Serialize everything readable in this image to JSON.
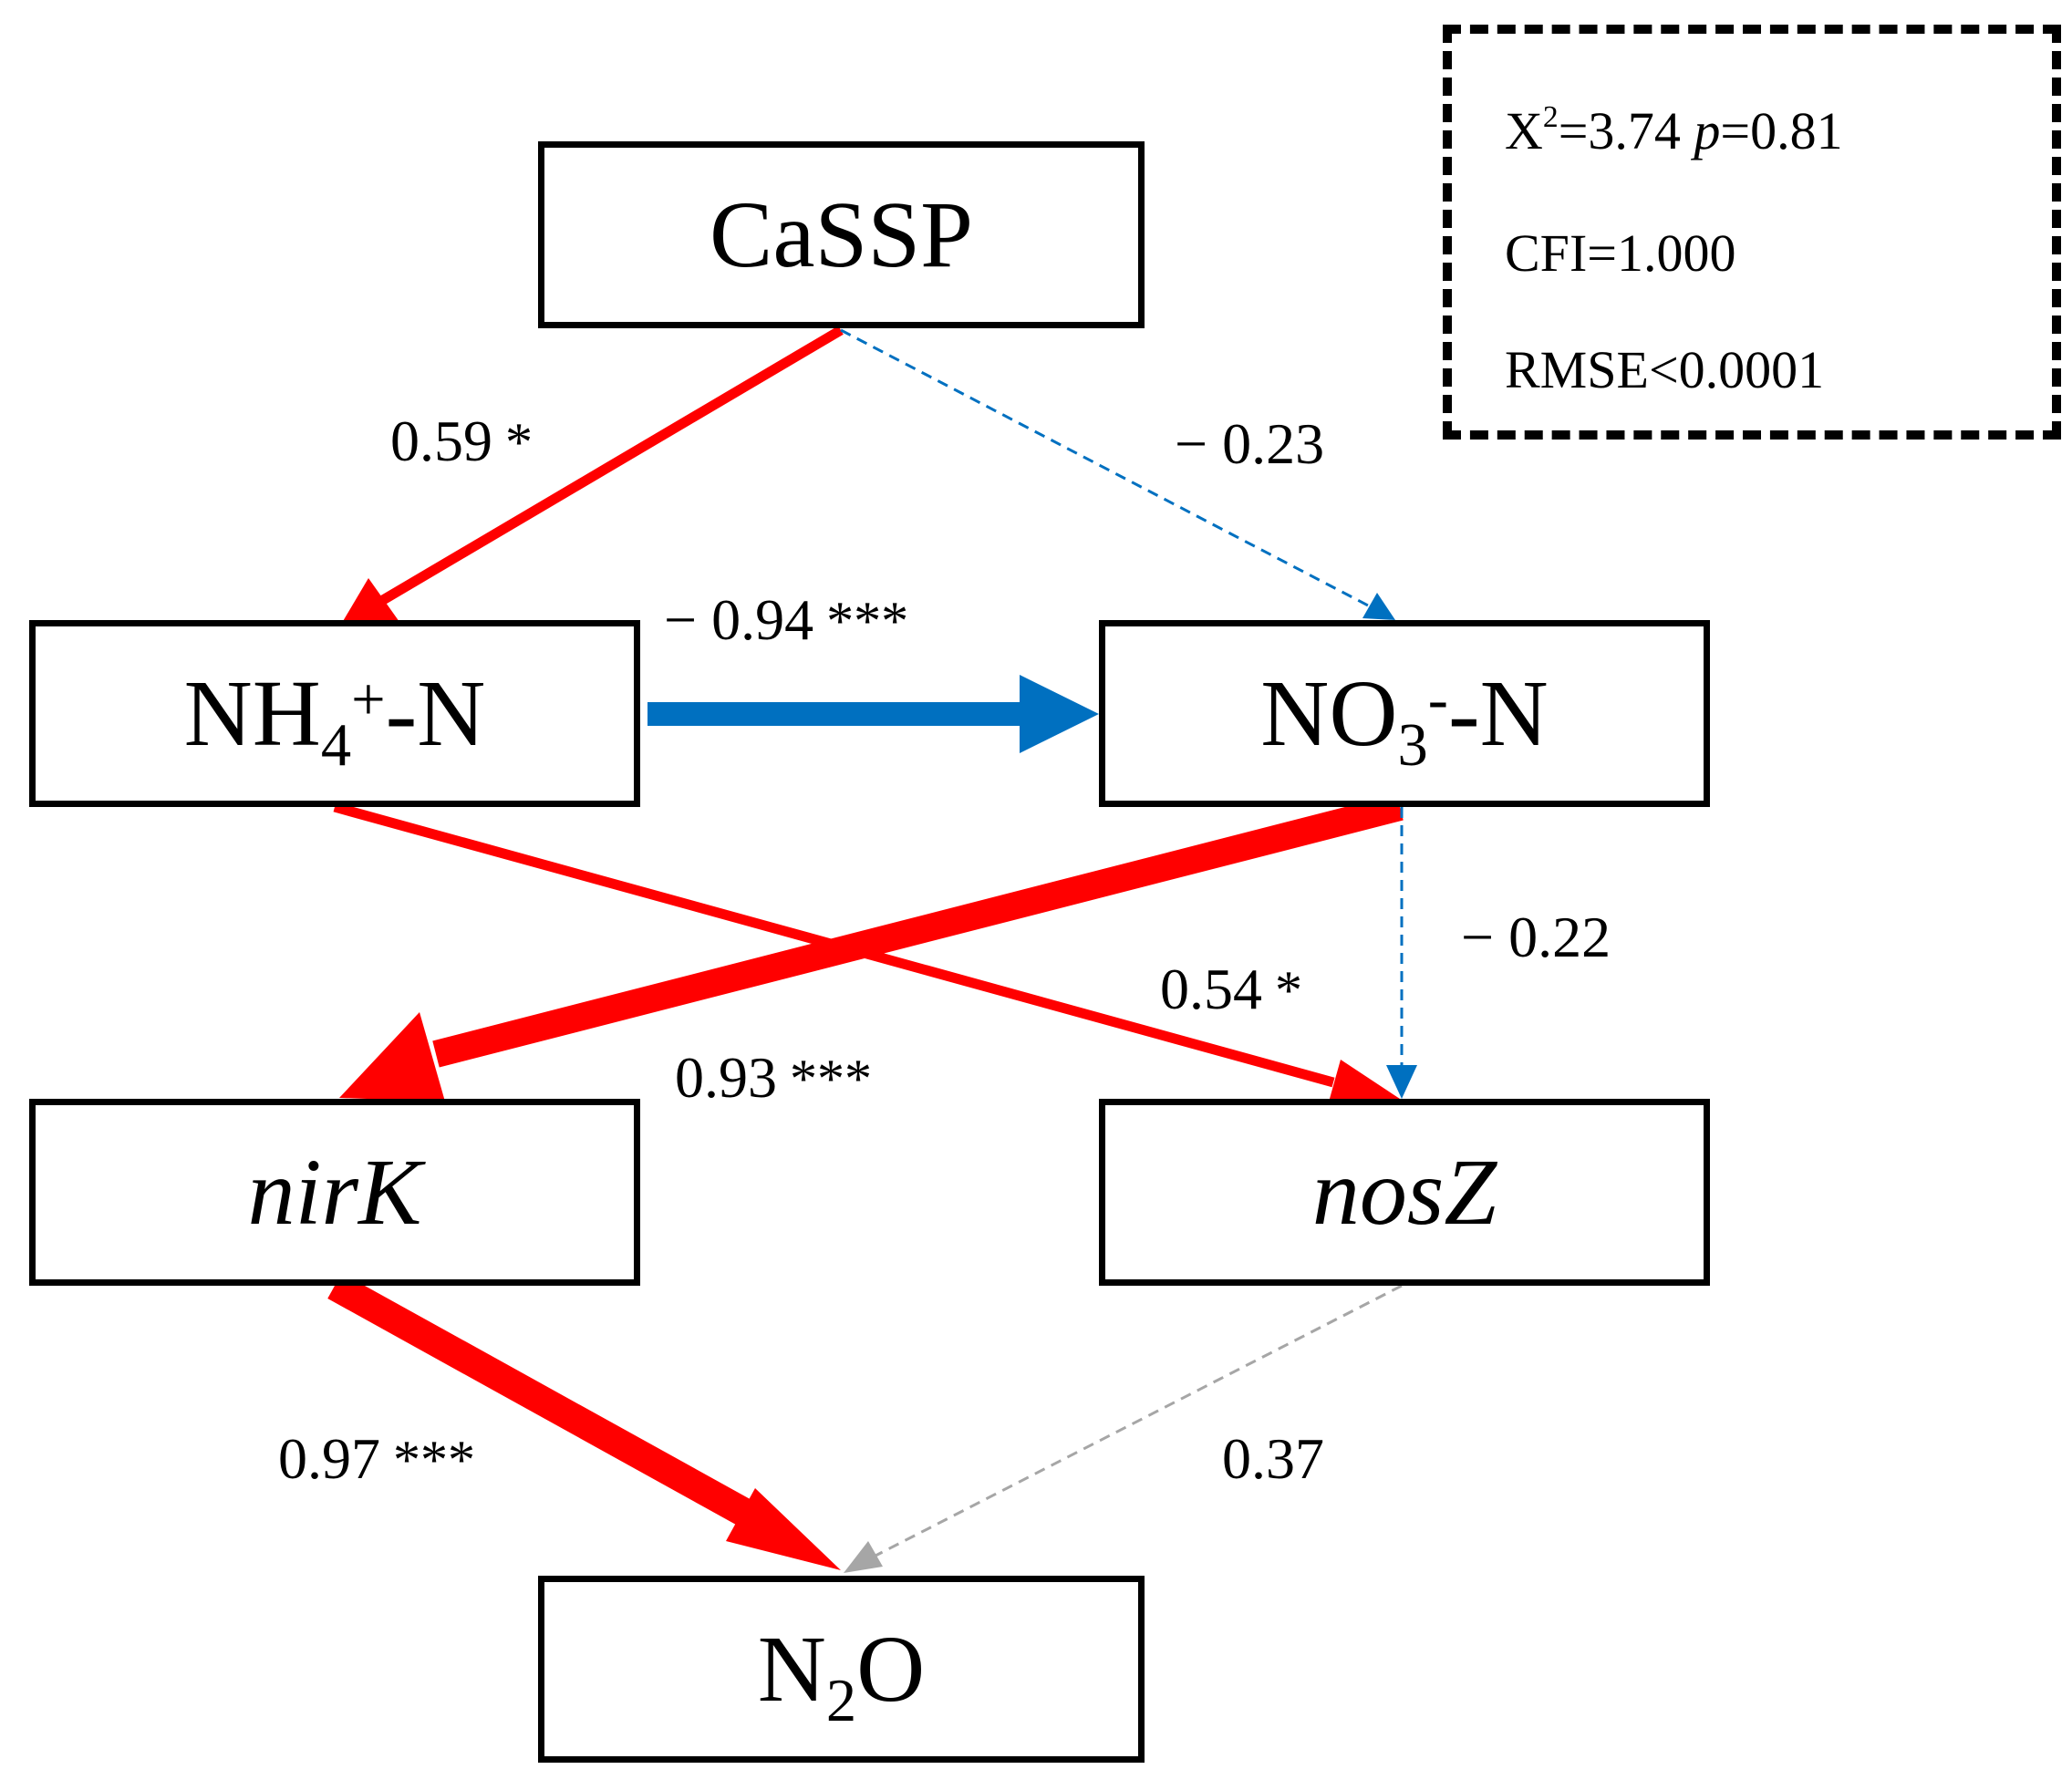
{
  "nodes": {
    "cassp": {
      "label": "CaSSP"
    },
    "nh4": {
      "base": "NH",
      "sub": "4",
      "sup": "+",
      "tail": "-N"
    },
    "no3": {
      "base": "NO",
      "sub": "3",
      "sup": "-",
      "tail": "-N"
    },
    "nirk": {
      "label": "nirK"
    },
    "nosz": {
      "label": "nosZ"
    },
    "n2o": {
      "base": "N",
      "sub": "2",
      "tail": "O"
    }
  },
  "paths": {
    "cassp_nh4": {
      "value": "0.59",
      "sig": "*"
    },
    "cassp_no3": {
      "value": "− 0.23",
      "sig": ""
    },
    "nh4_no3": {
      "value": "− 0.94",
      "sig": "***"
    },
    "nh4_nosz": {
      "value": "0.54",
      "sig": "*"
    },
    "no3_nirk": {
      "value": "0.93",
      "sig": "***"
    },
    "no3_nosz": {
      "value": "− 0.22",
      "sig": ""
    },
    "nirk_n2o": {
      "value": "0.97",
      "sig": "***"
    },
    "nosz_n2o": {
      "value": "0.37",
      "sig": ""
    }
  },
  "fit": {
    "chi_label": "X",
    "chi_sup": "2",
    "chi_value": "=3.74",
    "p_label": "p",
    "p_value": "=0.81",
    "cfi": "CFI=1.000",
    "rmse": "RMSE<0.0001"
  },
  "colors": {
    "positive": "#ff0000",
    "negative": "#0070c0",
    "nonsignificant_positive": "#a6a6a6",
    "box_border": "#000000"
  }
}
